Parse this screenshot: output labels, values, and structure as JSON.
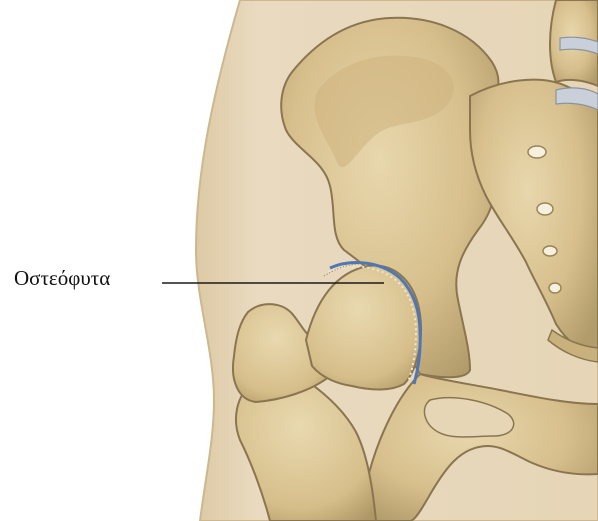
{
  "illustration": {
    "subject": "hip-joint-with-osteophytes",
    "labels": [
      {
        "id": "osteophytes",
        "text": "Οστεόφυτα"
      }
    ]
  },
  "colors": {
    "background": "#ffffff",
    "skin": "#e7d6b7",
    "skin_edge": "#d3bd93",
    "bone": "#d9c28f",
    "bone_light": "#e6d4a8",
    "bone_shadow": "#a99363",
    "bone_outline": "#7e6a45",
    "cartilage": "#4f76b5",
    "disc": "#c9d0d9",
    "foramen": "#f6f0df",
    "leader_line": "#1a1a1a"
  }
}
